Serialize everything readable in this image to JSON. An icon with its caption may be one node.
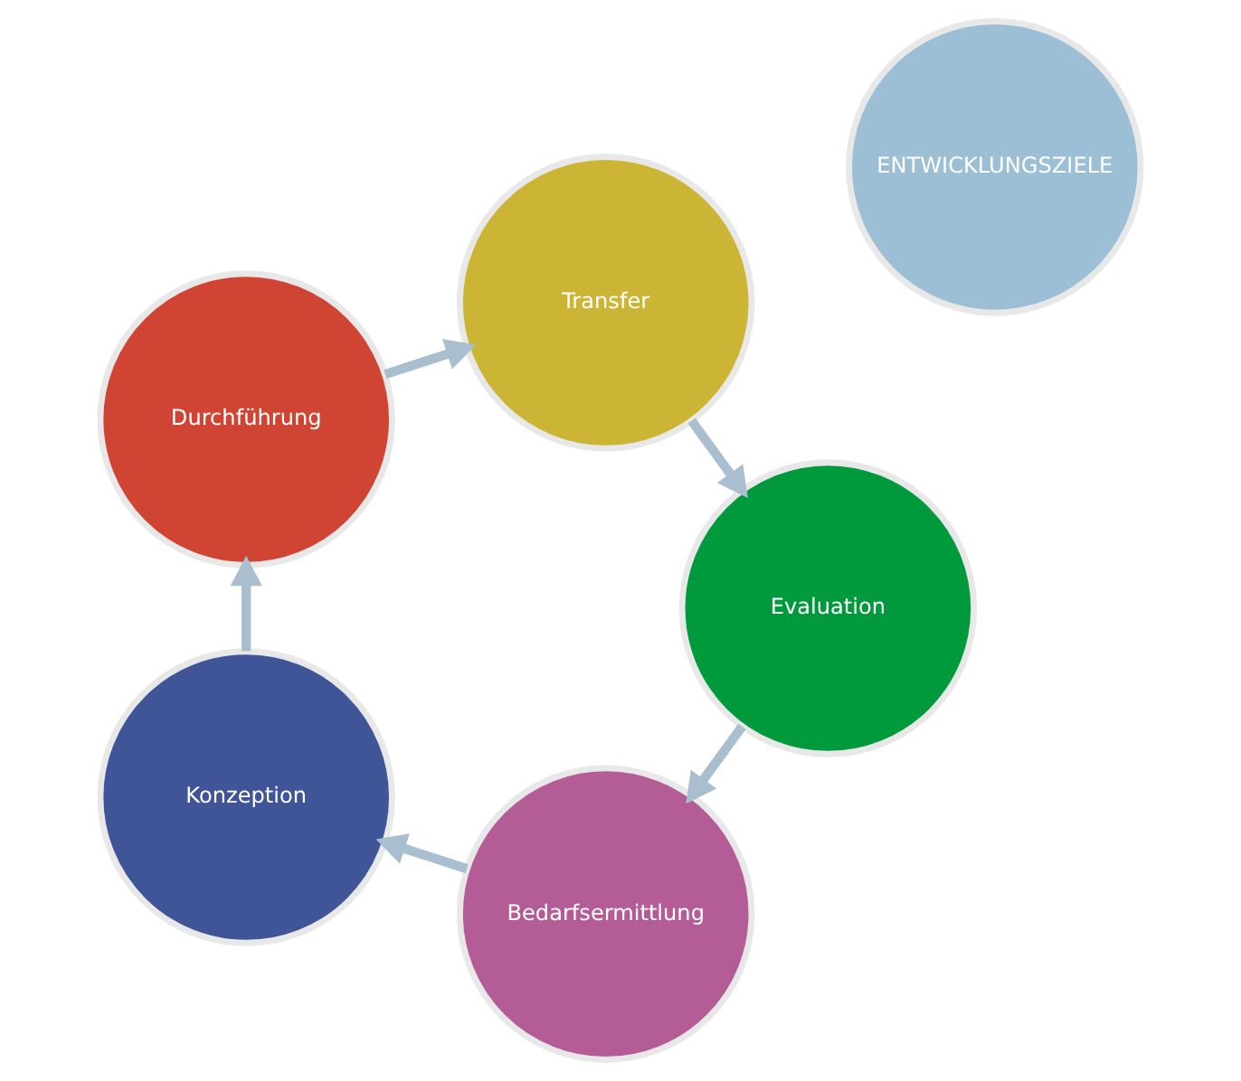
{
  "diagram": {
    "nodes": [
      {
        "text": [
          "Bedarfsermittlung"
        ]
      },
      {
        "text": [
          "Konzeption"
        ]
      },
      {
        "text": [
          "Durchführung"
        ]
      },
      {
        "text": [
          "Transfer"
        ]
      },
      {
        "text": [
          "Evaluation"
        ]
      },
      {
        "text": [
          "ENTWICKLUNGSZIELE"
        ]
      }
    ],
    "edges": [
      {
        "from": 0,
        "to": 1,
        "arrow": "to"
      },
      {
        "from": 1,
        "to": 2,
        "arrow": "to"
      },
      {
        "from": 2,
        "to": 3,
        "arrow": "to"
      },
      {
        "from": 3,
        "to": 4,
        "arrow": "to"
      },
      {
        "from": 4,
        "to": 0,
        "arrow": "to"
      }
    ]
  }
}
